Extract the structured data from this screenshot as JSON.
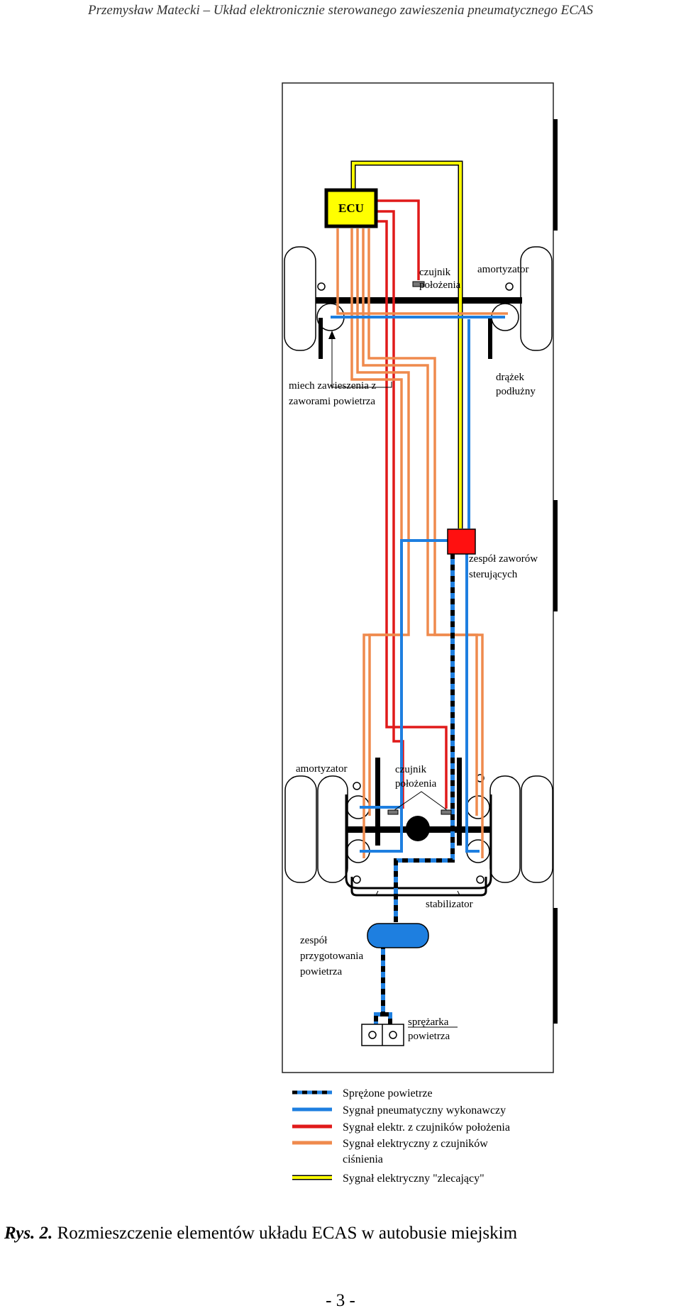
{
  "header": {
    "running_title": "Przemysław Matecki – Układ elektronicznie sterowanego zawieszenia pneumatycznego ECAS"
  },
  "figure": {
    "labels": {
      "ecu": "ECU",
      "position_sensor_front": [
        "czujnik",
        "położenia"
      ],
      "shock_absorber_front": "amortyzator",
      "air_bellows": [
        "miech zawieszenia z",
        "zaworami powietrza"
      ],
      "longitudinal_rod": [
        "drążek",
        "podłużny"
      ],
      "valve_unit": [
        "zespół zaworów",
        "sterujących"
      ],
      "shock_absorber_rear": "amortyzator",
      "position_sensor_rear": [
        "czujnik",
        "położenia"
      ],
      "stabilizer": "stabilizator",
      "air_preparation_unit": [
        "zespół",
        "przygotowania",
        "powietrza"
      ],
      "compressor": [
        "sprężarka",
        "powietrza"
      ]
    },
    "legend": [
      {
        "style": "compressed-air",
        "color": "#1e7fe0",
        "text": [
          "Sprężone powietrze"
        ]
      },
      {
        "style": "pneumatic-signal",
        "color": "#1e7fe0",
        "text": [
          "Sygnał pneumatyczny wykonawczy"
        ]
      },
      {
        "style": "position-signal",
        "color": "#e01a1a",
        "text": [
          "Sygnał elektr. z czujników położenia"
        ]
      },
      {
        "style": "pressure-signal",
        "color": "#ef8a4d",
        "text": [
          "Sygnał elektryczny z czujników",
          "ciśnienia"
        ]
      },
      {
        "style": "command-signal",
        "color": "#ffff00",
        "text": [
          "Sygnał elektryczny \"zlecający\""
        ]
      }
    ],
    "colors": {
      "orange": "#ef8a4d",
      "red": "#e01a1a",
      "blue": "#1e7fe0",
      "yellow": "#ffff00",
      "ecu_fill": "#ffff00",
      "valve_unit_fill": "#ff1010",
      "air_unit_fill": "#1e7fe0"
    }
  },
  "caption": {
    "label": "Rys.  2.",
    "text": " Rozmieszczenie elementów układu ECAS w autobusie miejskim"
  },
  "page": {
    "number": "- 3 -"
  }
}
